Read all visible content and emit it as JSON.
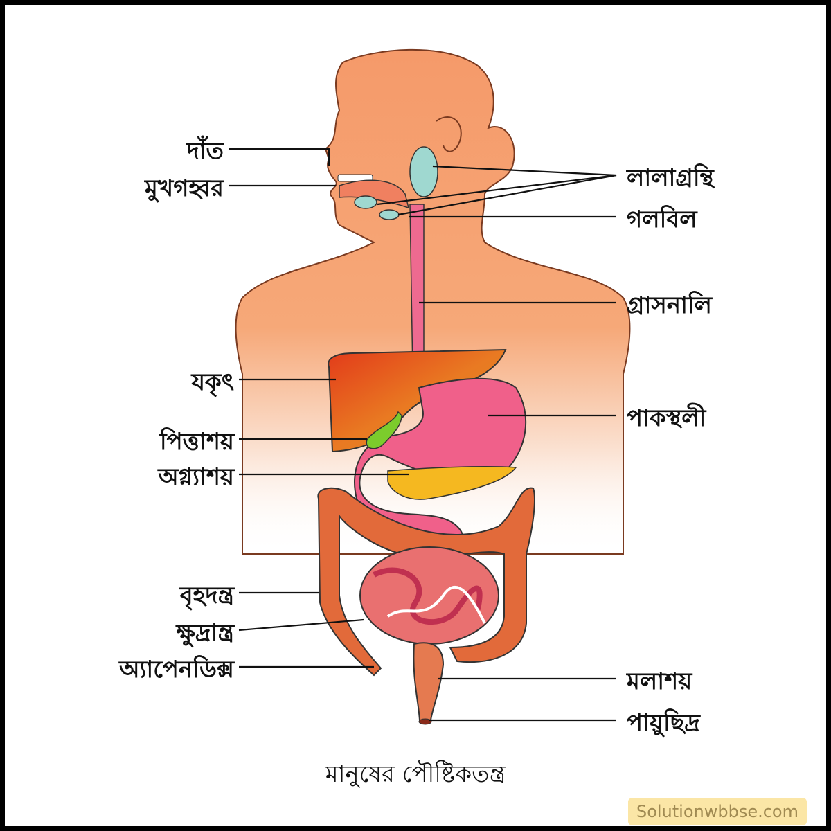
{
  "diagram": {
    "title": "মানুষের পৌষ্টিকতন্ত্র",
    "watermark": "Solutionwbbse.com",
    "labels_left": [
      {
        "id": "teeth",
        "text": "দাঁত"
      },
      {
        "id": "mouth-cavity",
        "text": "মুখগহ্বর"
      },
      {
        "id": "liver",
        "text": "যকৃৎ"
      },
      {
        "id": "gall-bladder",
        "text": "পিত্তাশয়"
      },
      {
        "id": "pancreas",
        "text": "অগ্ন্যাশয়"
      },
      {
        "id": "large-intestine",
        "text": "বৃহদন্ত্র"
      },
      {
        "id": "small-intestine",
        "text": "ক্ষুদ্রান্ত্র"
      },
      {
        "id": "appendix",
        "text": "অ্যাপেনডিক্স"
      }
    ],
    "labels_right": [
      {
        "id": "salivary-glands",
        "text": "লালাগ্রন্থি"
      },
      {
        "id": "pharynx",
        "text": "গলবিল"
      },
      {
        "id": "oesophagus",
        "text": "গ্রাসনালি"
      },
      {
        "id": "stomach",
        "text": "পাকস্থলী"
      },
      {
        "id": "rectum",
        "text": "মলাশয়"
      },
      {
        "id": "anus",
        "text": "পায়ুছিদ্র"
      }
    ],
    "colors": {
      "body": "#f5a070",
      "liver": "#e0601c",
      "stomach": "#f0608a",
      "intestine": "#e97070",
      "large_intestine": "#e26a3a",
      "pancreas": "#f5b820",
      "gall_bladder": "#7ccc2c",
      "salivary": "#9fd8d0",
      "oesophagus": "#ee6a90"
    }
  }
}
